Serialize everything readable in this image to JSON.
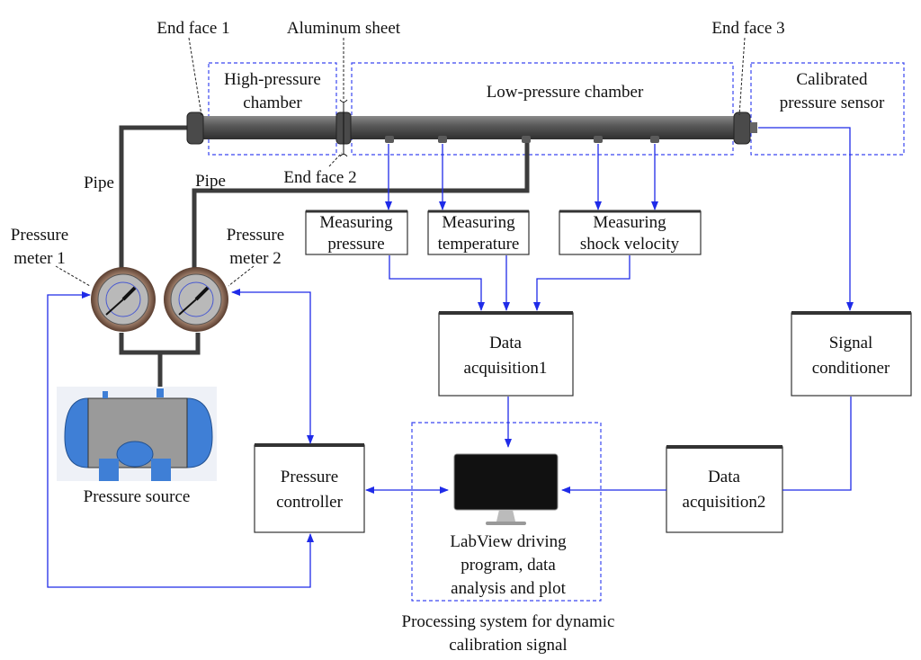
{
  "labels": {
    "end_face_1": "End face 1",
    "aluminum_sheet": "Aluminum sheet",
    "end_face_2": "End face 2",
    "end_face_3": "End face 3",
    "high_pressure": [
      "High-pressure",
      "chamber"
    ],
    "low_pressure": "Low-pressure chamber",
    "calibrated_sensor": [
      "Calibrated",
      "pressure sensor"
    ],
    "pipe_1": "Pipe",
    "pipe_2": "Pipe",
    "pressure_meter_1": [
      "Pressure",
      "meter 1"
    ],
    "pressure_meter_2": [
      "Pressure",
      "meter 2"
    ],
    "pressure_source": "Pressure source"
  },
  "boxes": {
    "measuring_pressure": [
      "Measuring",
      "pressure"
    ],
    "measuring_temperature": [
      "Measuring",
      "temperature"
    ],
    "measuring_shock_velocity": [
      "Measuring",
      "shock velocity"
    ],
    "data_acquisition_1": [
      "Data",
      "acquisition1"
    ],
    "signal_conditioner": [
      "Signal",
      "conditioner"
    ],
    "data_acquisition_2": [
      "Data",
      "acquisition2"
    ],
    "pressure_controller": [
      "Pressure",
      "controller"
    ]
  },
  "processing": {
    "monitor_text": [
      "LabView driving",
      "program, data",
      "analysis and plot"
    ],
    "caption": [
      "Processing system for dynamic",
      "calibration signal"
    ]
  },
  "colors": {
    "signal_line": "#1f2be8",
    "pipe": "#3c3c3c",
    "tank": "#3f7fd6"
  }
}
